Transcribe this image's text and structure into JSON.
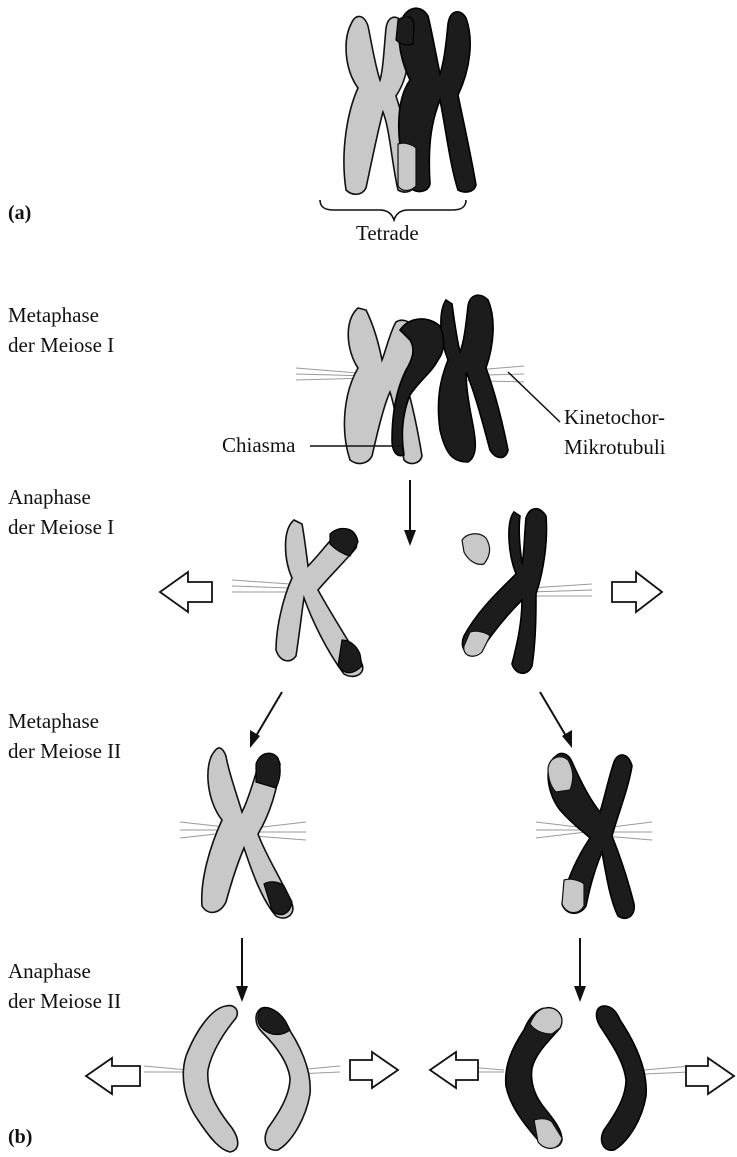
{
  "panel_labels": {
    "a": "(a)",
    "b": "(b)"
  },
  "labels": {
    "tetrade": "Tetrade",
    "metaphase_1_line1": "Metaphase",
    "metaphase_1_line2": "der Meiose I",
    "anaphase_1_line1": "Anaphase",
    "anaphase_1_line2": "der Meiose I",
    "metaphase_2_line1": "Metaphase",
    "metaphase_2_line2": "der Meiose II",
    "anaphase_2_line1": "Anaphase",
    "anaphase_2_line2": "der Meiose II",
    "chiasma": "Chiasma",
    "kinetochor_line1": "Kinetochor-",
    "kinetochor_line2": "Mikrotubuli"
  },
  "colors": {
    "light_chromosome": "#c8c8c8",
    "dark_chromosome": "#1c1c1c",
    "microtubule": "#9a9a9a"
  }
}
